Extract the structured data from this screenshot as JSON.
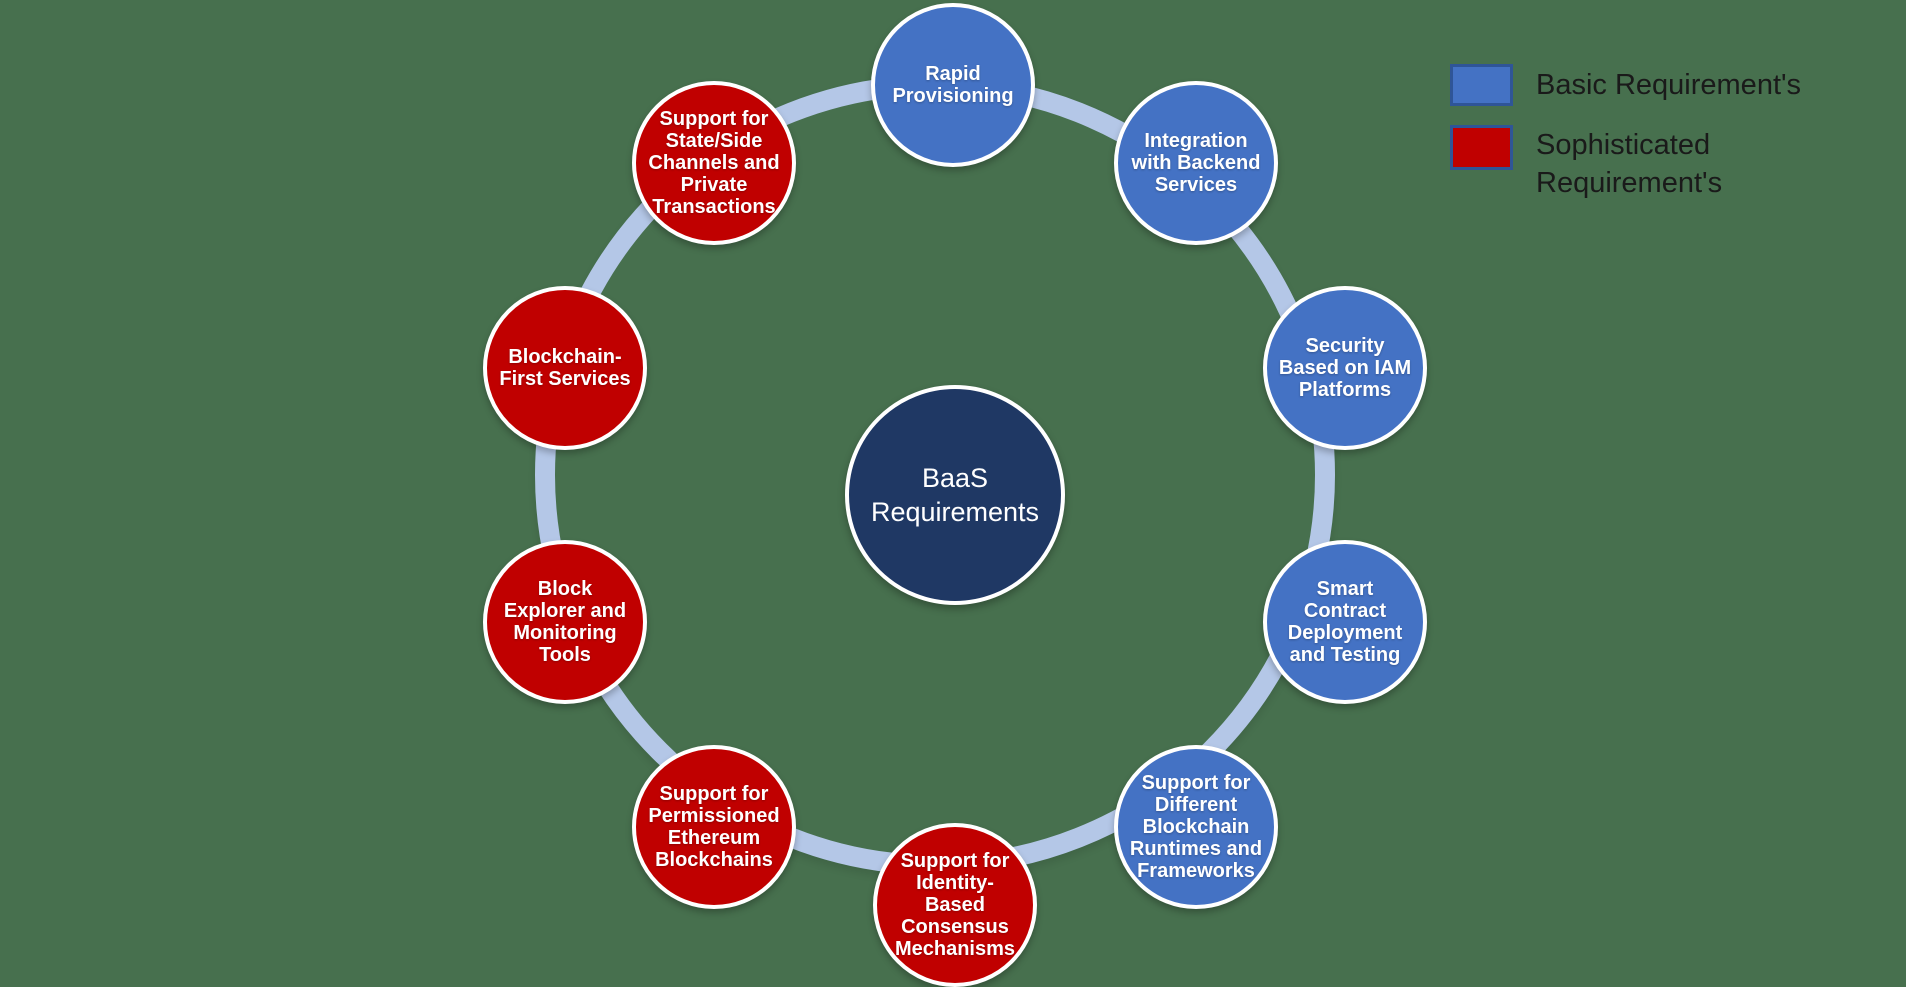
{
  "colors": {
    "background": "#47704E",
    "ring": "#B4C7E7",
    "node_basic": "#4472C4",
    "node_sophisticated": "#C00000",
    "center_fill": "#1F3864",
    "node_border": "#FFFFFF",
    "node_text": "#FFFFFF",
    "legend_text": "#1A1A1A",
    "swatch_border": "#2F5597"
  },
  "center": {
    "label": "BaaS\nRequirements"
  },
  "nodes": [
    {
      "label": "Rapid\nProvisioning",
      "type": "basic"
    },
    {
      "label": "Integration\nwith Backend\nServices",
      "type": "basic"
    },
    {
      "label": "Security\nBased on IAM\nPlatforms",
      "type": "basic"
    },
    {
      "label": "Smart\nContract\nDeployment\nand Testing",
      "type": "basic"
    },
    {
      "label": "Support for\nDifferent\nBlockchain\nRuntimes and\nFrameworks",
      "type": "basic"
    },
    {
      "label": "Support for\nIdentity-\nBased\nConsensus\nMechanisms",
      "type": "sophisticated"
    },
    {
      "label": "Support for\nPermissioned\nEthereum\nBlockchains",
      "type": "sophisticated"
    },
    {
      "label": "Block\nExplorer and\nMonitoring\nTools",
      "type": "sophisticated"
    },
    {
      "label": "Blockchain-\nFirst Services",
      "type": "sophisticated"
    },
    {
      "label": "Support for\nState/Side\nChannels and\nPrivate\nTransactions",
      "type": "sophisticated"
    }
  ],
  "legend": {
    "items": [
      {
        "label": "Basic Requirement's",
        "type": "basic"
      },
      {
        "label": "Sophisticated Requirement's",
        "type": "sophisticated"
      }
    ]
  }
}
